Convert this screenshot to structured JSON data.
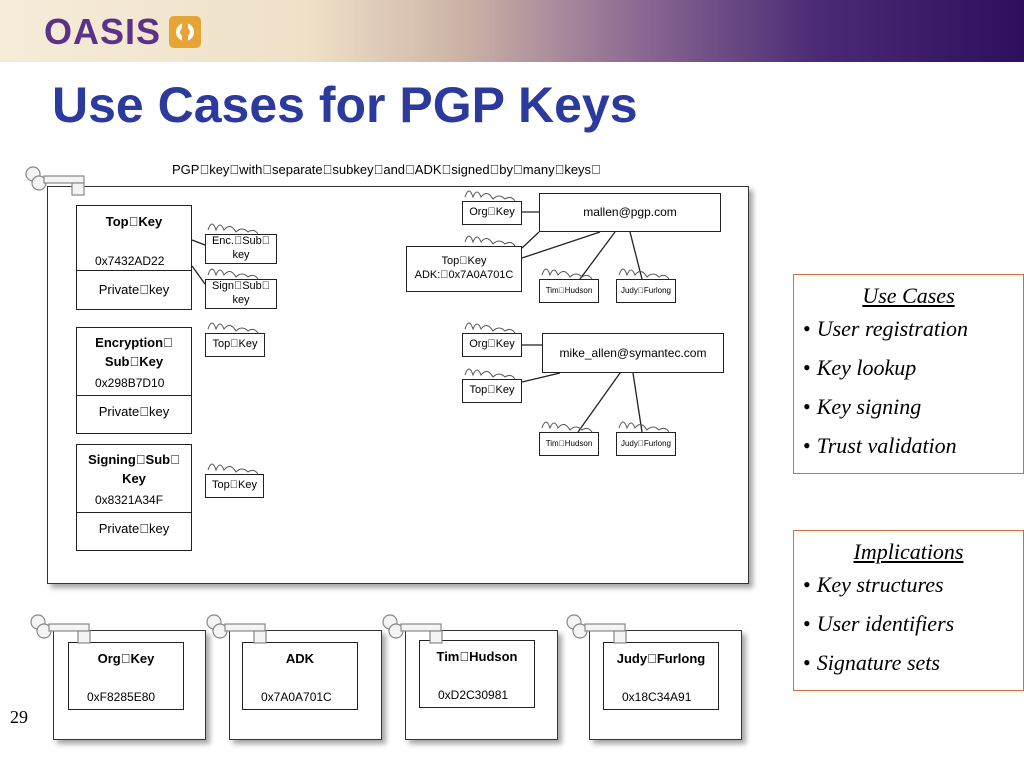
{
  "header": {
    "logo_text": "OASIS",
    "logo_icon": "oasis-logo-icon"
  },
  "title": "Use Cases for PGP Keys",
  "page_number": "29",
  "diagram": {
    "caption": "PGP\u0000key\u0000with\u0000separate\u0000subkey\u0000and\u0000ADK\u0000signed\u0000by\u0000many\u0000keys\u0000",
    "top_key": {
      "title": "Top\u0000Key",
      "id": "0x7432AD22",
      "private": "Private\u0000key"
    },
    "encryption_subkey": {
      "title_line1": "Encryption\u0000",
      "title_line2": "Sub\u0000Key",
      "id": "0x298B7D10",
      "private": "Private\u0000key"
    },
    "signing_subkey": {
      "title_line1": "Signing\u0000Sub\u0000",
      "title_line2": "Key",
      "id": "0x8321A34F",
      "private": "Private\u0000key"
    },
    "sig_enc_sub": {
      "line1": "Enc.\u0000Sub\u0000",
      "line2": "key"
    },
    "sig_sign_sub": {
      "line1": "Sign\u0000Sub\u0000",
      "line2": "key"
    },
    "sig_top_key_enc": "Top\u0000Key",
    "sig_top_key_sign": "Top\u0000Key",
    "uid1": {
      "email": "mallen@pgp.com",
      "sig_org": "Org\u0000Key",
      "sig_top_line1": "Top\u0000Key",
      "sig_top_line2": "ADK:\u00000x7A0A701C",
      "sig_tim": "Tim\u0000Hudson",
      "sig_judy": "Judy\u0000Furlong"
    },
    "uid2": {
      "email": "mike_allen@symantec.com",
      "sig_org": "Org\u0000Key",
      "sig_top": "Top\u0000Key",
      "sig_tim": "Tim\u0000Hudson",
      "sig_judy": "Judy\u0000Furlong"
    },
    "bottom_keys": [
      {
        "title": "Org\u0000Key",
        "id": "0xF8285E80"
      },
      {
        "title": "ADK",
        "id": "0x7A0A701C"
      },
      {
        "title": "Tim\u0000Hudson",
        "id": "0xD2C30981"
      },
      {
        "title": "Judy\u0000Furlong",
        "id": "0x18C34A91"
      }
    ]
  },
  "use_cases": {
    "title": "Use Cases",
    "items": [
      "User registration",
      "Key lookup",
      "Key signing",
      "Trust validation"
    ]
  },
  "implications": {
    "title": "Implications",
    "items": [
      "Key structures",
      "User identifiers",
      "Signature sets"
    ]
  },
  "colors": {
    "title": "#2b3a9c",
    "logo": "#5b3289",
    "panel_border": "#d0703a"
  }
}
